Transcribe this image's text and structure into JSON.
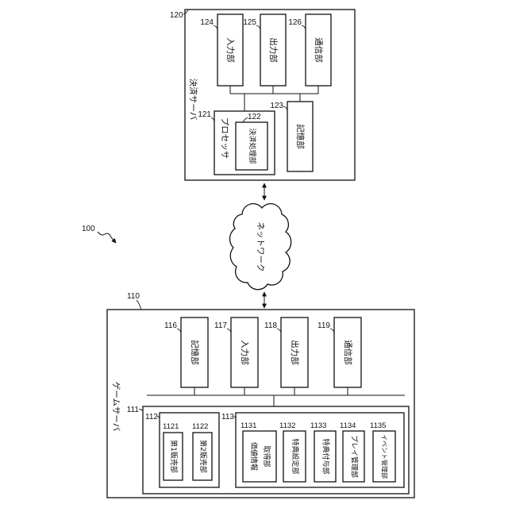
{
  "figure": {
    "system_ref": "100"
  },
  "payment_server": {
    "ref": "120",
    "title": "決済サーバ",
    "input_unit": {
      "ref": "124",
      "label": "入力部"
    },
    "output_unit": {
      "ref": "125",
      "label": "出力部"
    },
    "communication_unit": {
      "ref": "126",
      "label": "通信部"
    },
    "processor": {
      "ref": "121",
      "label": "プロセッサ"
    },
    "payment_processing_unit": {
      "ref": "122",
      "label": "決済処理部"
    },
    "storage_unit": {
      "ref": "123",
      "label": "記憶部"
    }
  },
  "network": {
    "label": "ネットワーク"
  },
  "game_server": {
    "ref": "110",
    "title": "ゲームサーバ",
    "storage_unit": {
      "ref": "116",
      "label": "記憶部"
    },
    "input_unit": {
      "ref": "117",
      "label": "入力部"
    },
    "output_unit": {
      "ref": "118",
      "label": "出力部"
    },
    "communication_unit": {
      "ref": "119",
      "label": "通信部"
    },
    "processor": {
      "ref": "111"
    },
    "sales_block": {
      "ref": "112"
    },
    "first_sales_unit": {
      "ref": "1121",
      "label": "第1販売部"
    },
    "second_sales_unit": {
      "ref": "1122",
      "label": "第2販売部"
    },
    "benefit_block": {
      "ref": "113"
    },
    "value_info_acquisition_unit": {
      "ref": "1131",
      "label_lines": [
        "価値情報",
        "取得部"
      ]
    },
    "benefit_setting_unit": {
      "ref": "1132",
      "label": "特典設定部"
    },
    "benefit_granting_unit": {
      "ref": "1133",
      "label": "特典付与部"
    },
    "play_management_unit": {
      "ref": "1134",
      "label": "プレイ管理部"
    },
    "event_management_unit": {
      "ref": "1135",
      "label": "イベント管理部"
    }
  }
}
